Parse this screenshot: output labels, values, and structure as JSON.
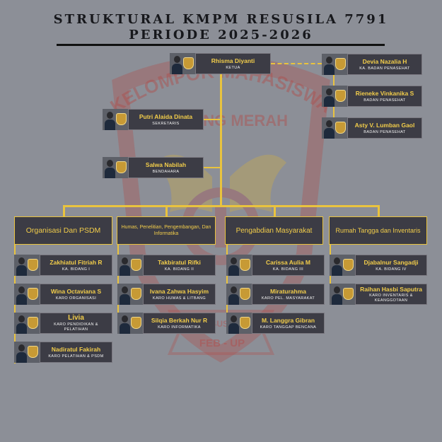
{
  "title": {
    "line1": "STRUKTURAL KMPM RESUSILA 7791",
    "line2": "PERIODE 2025-2026"
  },
  "watermark": {
    "arc_text": "KELOMPOK MAHASISWA",
    "sub_text": "PALANG MERAH",
    "banner_text": "FEB - UP",
    "seal_text": "RESUSILA"
  },
  "colors": {
    "background": "#8c8f97",
    "connector": "#e9c33e",
    "card": "#3c3c45",
    "name": "#f2cd4a",
    "emblem_red": "#b04d4b",
    "emblem_gold": "#d7b23c"
  },
  "leaders": {
    "ketua": {
      "name": "Rhisma Diyanti",
      "role": "KETUA"
    },
    "sekretaris": {
      "name": "Putri Alaida Dinata",
      "role": "SEKRETARIS"
    },
    "bendahara": {
      "name": "Salwa Nabilah",
      "role": "BENDAHARA"
    }
  },
  "advisors": [
    {
      "name": "Devia Nazalia H",
      "role": "KA. BADAN PENASEHAT"
    },
    {
      "name": "Rieneke Vinkanika S",
      "role": "BADAN PENASEHAT"
    },
    {
      "name": "Asty V. Lumban Gaol",
      "role": "BADAN PENASEHAT"
    }
  ],
  "divisions": [
    {
      "title": "Organisasi Dan PSDM",
      "members": [
        {
          "name": "Zakhiatul Fitriah R",
          "role": "KA. BIDANG I"
        },
        {
          "name": "Wina Octaviana S",
          "role": "KARO ORGANISASI"
        },
        {
          "name": "Livia",
          "role": "KARO PENDIDIKAN & PELATIHAN"
        },
        {
          "name": "Nadiratul Fakirah",
          "role": "KARO PELATIHAN & PSDM"
        }
      ]
    },
    {
      "title": "Humas, Penelitian, Pengembangan, Dan Informatika",
      "members": [
        {
          "name": "Takbiratul Rifki",
          "role": "KA. BIDANG II"
        },
        {
          "name": "Ivana Zahwa Hasyim",
          "role": "KARO HUMAS & LITBANG"
        },
        {
          "name": "Silqia Berkah Nur R",
          "role": "KARO INFORMATIKA"
        }
      ]
    },
    {
      "title": "Pengabdian Masyarakat",
      "members": [
        {
          "name": "Carissa Aulia M",
          "role": "KA. BIDANG III"
        },
        {
          "name": "Miraturahma",
          "role": "KARO PEL. MASYARAKAT"
        },
        {
          "name": "M. Langgra Gibran",
          "role": "KARO TANGGAP BENCANA"
        }
      ]
    },
    {
      "title": "Rumah Tangga dan Inventaris",
      "members": [
        {
          "name": "Djabalnur Sangadji",
          "role": "KA. BIDANG IV"
        },
        {
          "name": "Raihan Hasbi Saputra",
          "role": "KARO INVENTARIS & KEANGGOTAAN"
        }
      ]
    }
  ]
}
